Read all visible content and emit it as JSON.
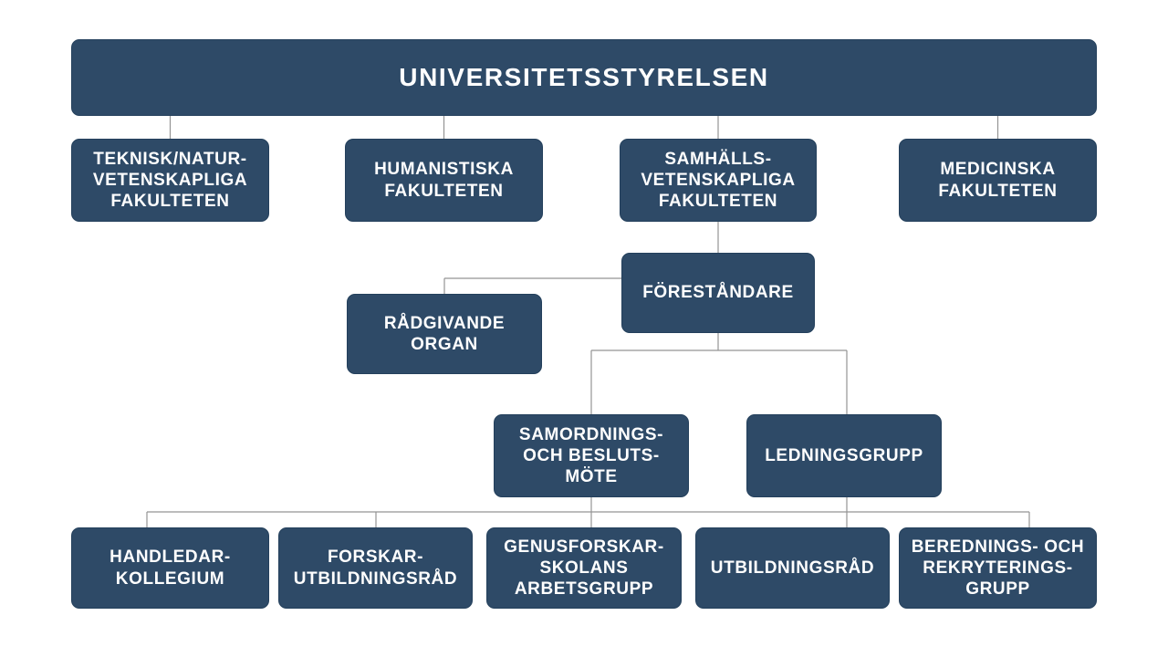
{
  "diagram": {
    "type": "org-chart",
    "colors": {
      "node_fill": "#2e4a67",
      "node_border": "#24405c",
      "node_text": "#ffffff",
      "connector": "#949494",
      "background": "#ffffff"
    },
    "nodes": [
      {
        "id": "universitetsstyrelsen",
        "label": "UNIVERSITETSSTYRELSEN"
      },
      {
        "id": "teknisk-naturvetenskapliga-fakulteten",
        "label": "TEKNISK/NATUR-\nVETENSKAPLIGA\nFAKULTETEN"
      },
      {
        "id": "humanistiska-fakulteten",
        "label": "HUMANISTISKA\nFAKULTETEN"
      },
      {
        "id": "samhallsvetenskapliga-fakulteten",
        "label": "SAMHÄLLS-\nVETENSKAPLIGA\nFAKULTETEN"
      },
      {
        "id": "medicinska-fakulteten",
        "label": "MEDICINSKA\nFAKULTETEN"
      },
      {
        "id": "forestandare",
        "label": "FÖRESTÅNDARE"
      },
      {
        "id": "radgivande-organ",
        "label": "RÅDGIVANDE\nORGAN"
      },
      {
        "id": "samordnings-och-besluts-mote",
        "label": "SAMORDNINGS-\nOCH BESLUTS-\nMÖTE"
      },
      {
        "id": "ledningsgrupp",
        "label": "LEDNINGSGRUPP"
      },
      {
        "id": "handledarkollegium",
        "label": "HANDLEDAR-\nKOLLEGIUM"
      },
      {
        "id": "forskarutbildningsrad",
        "label": "FORSKAR-\nUTBILDNINGSRÅD"
      },
      {
        "id": "genusforskarskolans-arbetsgrupp",
        "label": "GENUSFORSKAR-\nSKOLANS\nARBETSGRUPP"
      },
      {
        "id": "utbildningsrad",
        "label": "UTBILDNINGSRÅD"
      },
      {
        "id": "berednings-och-rekryteringsgrupp",
        "label": "BEREDNINGS- OCH\nREKRYTERINGS-\nGRUPP"
      }
    ],
    "edges": [
      {
        "from": "universitetsstyrelsen",
        "to": "teknisk-naturvetenskapliga-fakulteten"
      },
      {
        "from": "universitetsstyrelsen",
        "to": "humanistiska-fakulteten"
      },
      {
        "from": "universitetsstyrelsen",
        "to": "samhallsvetenskapliga-fakulteten"
      },
      {
        "from": "universitetsstyrelsen",
        "to": "medicinska-fakulteten"
      },
      {
        "from": "samhallsvetenskapliga-fakulteten",
        "to": "forestandare"
      },
      {
        "from": "forestandare",
        "to": "radgivande-organ"
      },
      {
        "from": "forestandare",
        "to": "samordnings-och-besluts-mote"
      },
      {
        "from": "forestandare",
        "to": "ledningsgrupp"
      },
      {
        "from": [
          "samordnings-och-besluts-mote",
          "ledningsgrupp"
        ],
        "to": [
          "handledarkollegium",
          "forskarutbildningsrad",
          "genusforskarskolans-arbetsgrupp",
          "utbildningsrad",
          "berednings-och-rekryteringsgrupp"
        ]
      }
    ]
  }
}
